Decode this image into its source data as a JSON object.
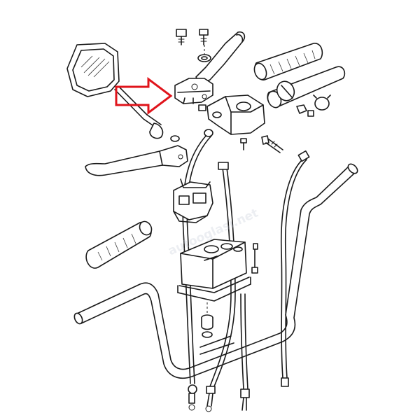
{
  "watermark": {
    "text": "autooglasi.net",
    "color": "#b9c3cf"
  },
  "highlight": {
    "shape": "arrow",
    "target": "clutch-lever-bracket",
    "color": "#e0141b"
  },
  "line_color": "#1a1a1a",
  "background": "#ffffff"
}
